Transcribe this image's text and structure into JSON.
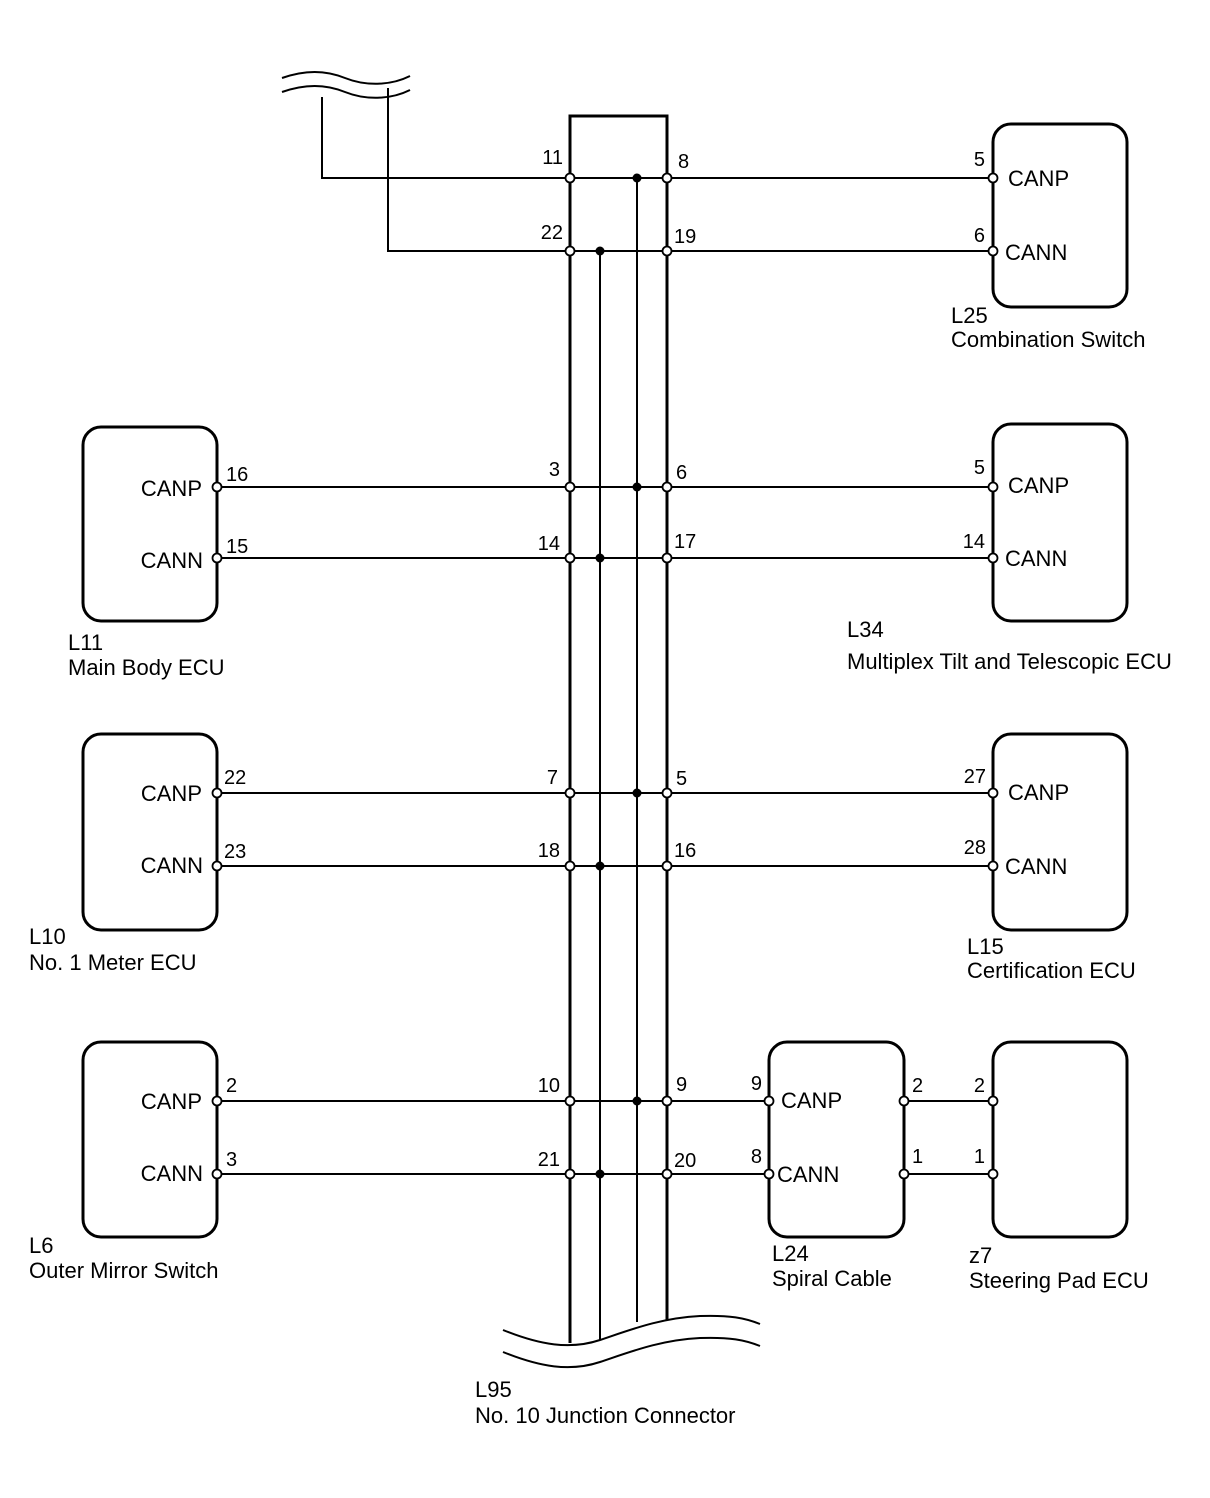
{
  "junction": {
    "code": "L95",
    "name": "No. 10 Junction Connector"
  },
  "components": {
    "l25": {
      "code": "L25",
      "name": "Combination Switch",
      "canp": "CANP",
      "cann": "CANN"
    },
    "l34": {
      "code": "L34",
      "name": "Multiplex Tilt and Telescopic ECU",
      "canp": "CANP",
      "cann": "CANN"
    },
    "l15": {
      "code": "L15",
      "name": "Certification ECU",
      "canp": "CANP",
      "cann": "CANN"
    },
    "l11": {
      "code": "L11",
      "name": "Main Body ECU",
      "canp": "CANP",
      "cann": "CANN"
    },
    "l10": {
      "code": "L10",
      "name": "No. 1 Meter ECU",
      "canp": "CANP",
      "cann": "CANN"
    },
    "l6": {
      "code": "L6",
      "name": "Outer Mirror Switch",
      "canp": "CANP",
      "cann": "CANN"
    },
    "l24": {
      "code": "L24",
      "name": "Spiral Cable",
      "canp": "CANP",
      "cann": "CANN"
    },
    "z7": {
      "code": "z7",
      "name": "Steering Pad ECU"
    }
  },
  "pins": {
    "j11": "11",
    "j8": "8",
    "j22": "22",
    "j19": "19",
    "j3": "3",
    "j6": "6",
    "j14": "14",
    "j17": "17",
    "j7": "7",
    "j5": "5",
    "j18": "18",
    "j16": "16",
    "j10": "10",
    "j9": "9",
    "j21": "21",
    "j20": "20",
    "l25_5": "5",
    "l25_6": "6",
    "l34_5": "5",
    "l34_14": "14",
    "l15_27": "27",
    "l15_28": "28",
    "l11_16": "16",
    "l11_15": "15",
    "l10_22": "22",
    "l10_23": "23",
    "l6_2": "2",
    "l6_3": "3",
    "l24_9": "9",
    "l24_8": "8",
    "l24_2": "2",
    "l24_1": "1",
    "z7_2": "2",
    "z7_1": "1"
  }
}
